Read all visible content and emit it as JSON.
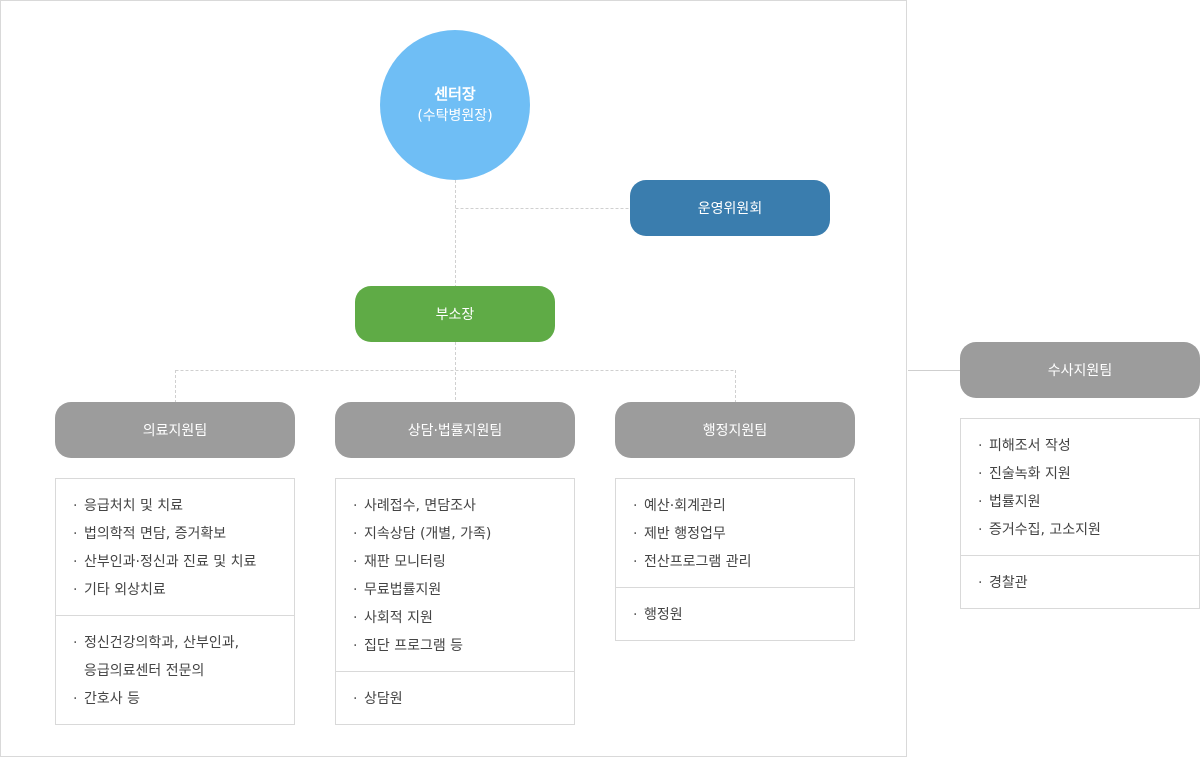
{
  "org": {
    "director": {
      "title": "센터장",
      "subtitle": "(수탁병원장)"
    },
    "committee": "운영위원회",
    "deputy": "부소장",
    "teams": [
      {
        "name": "의료지원팀",
        "sections": [
          [
            "응급처치 및 치료",
            "법의학적 면담, 증거확보",
            "산부인과·정신과 진료 및 치료",
            "기타 외상치료"
          ],
          [
            "정신건강의학과, 산부인과,",
            "응급의료센터 전문의",
            "간호사 등"
          ]
        ]
      },
      {
        "name": "상담·법률지원팀",
        "sections": [
          [
            "사례접수, 면담조사",
            "지속상담 (개별, 가족)",
            "재판 모니터링",
            "무료법률지원",
            "사회적 지원",
            "집단 프로그램 등"
          ],
          [
            "상담원"
          ]
        ]
      },
      {
        "name": "행정지원팀",
        "sections": [
          [
            "예산·회계관리",
            "제반 행정업무",
            "전산프로그램 관리"
          ],
          [
            "행정원"
          ]
        ]
      }
    ],
    "investigation": {
      "name": "수사지원팀",
      "sections": [
        [
          "피해조서 작성",
          "진술녹화 지원",
          "법률지원",
          "증거수집, 고소지원"
        ],
        [
          "경찰관"
        ]
      ]
    }
  },
  "colors": {
    "director": "#6fbef5",
    "committee": "#3a7dae",
    "deputy": "#5fab46",
    "team": "#9c9c9c",
    "border": "#d9d9d9"
  }
}
